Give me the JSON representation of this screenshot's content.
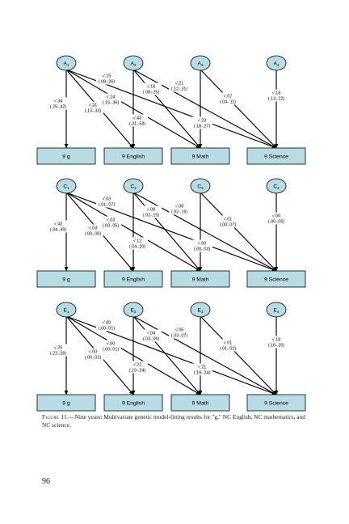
{
  "colors": {
    "latent_fill": "#b9dbe3",
    "observed_fill": "#b9dbe3",
    "stroke": "#000000"
  },
  "panels": [
    {
      "latents": [
        "A1",
        "A2",
        "A3",
        "A4"
      ],
      "observed": [
        "9 g",
        "9 English",
        "9 Math",
        "9 Science"
      ],
      "paths": [
        {
          "from": 0,
          "to": 0,
          "value": "√.34",
          "ci": "(.25-.42)"
        },
        {
          "from": 0,
          "to": 1,
          "value": "√.21",
          "ci": "(.13-.33)"
        },
        {
          "from": 0,
          "to": 2,
          "value": "√.24",
          "ci": "(.15-.36)"
        },
        {
          "from": 0,
          "to": 3,
          "value": "√.15",
          "ci": "(.08-.26)"
        },
        {
          "from": 1,
          "to": 1,
          "value": "√.43",
          "ci": "(.31-.53)"
        },
        {
          "from": 1,
          "to": 2,
          "value": "√.16",
          "ci": "(.08-.25)"
        },
        {
          "from": 1,
          "to": 3,
          "value": "√.21",
          "ci": "(.12-.31)"
        },
        {
          "from": 2,
          "to": 2,
          "value": "√.23",
          "ci": "(.18-.27)"
        },
        {
          "from": 2,
          "to": 3,
          "value": "√.07",
          "ci": "(.04-.11)"
        },
        {
          "from": 3,
          "to": 3,
          "value": "√.18",
          "ci": "(.13-.22)"
        }
      ]
    },
    {
      "latents": [
        "C1",
        "C2",
        "C3",
        "C4"
      ],
      "observed": [
        "9 g",
        "9 English",
        "9 Math",
        "9 Science"
      ],
      "paths": [
        {
          "from": 0,
          "to": 0,
          "value": "√.42",
          "ci": "(.34-.49)"
        },
        {
          "from": 0,
          "to": 1,
          "value": "√.03",
          "ci": "(.00-.06)"
        },
        {
          "from": 0,
          "to": 2,
          "value": "√.02",
          "ci": "(.00-.05)"
        },
        {
          "from": 0,
          "to": 3,
          "value": "√.03",
          "ci": "(.01-.07)"
        },
        {
          "from": 1,
          "to": 1,
          "value": "√.12",
          "ci": "(.04-.20)"
        },
        {
          "from": 1,
          "to": 2,
          "value": "√.08",
          "ci": "(.02-.15)"
        },
        {
          "from": 1,
          "to": 3,
          "value": "√.08",
          "ci": "(.02-.16)"
        },
        {
          "from": 2,
          "to": 2,
          "value": "√.00",
          "ci": "(.00-.03)"
        },
        {
          "from": 2,
          "to": 3,
          "value": "√.01",
          "ci": "(.00-.07)"
        },
        {
          "from": 3,
          "to": 3,
          "value": "√.00",
          "ci": "(.00-.05)"
        }
      ]
    },
    {
      "latents": [
        "E1",
        "E2",
        "E3",
        "E4"
      ],
      "observed": [
        "9 g",
        "9 English",
        "9 Math",
        "9 Science"
      ],
      "paths": [
        {
          "from": 0,
          "to": 0,
          "value": "√.25",
          "ci": "(.22-.28)"
        },
        {
          "from": 0,
          "to": 1,
          "value": "√.00",
          "ci": "(.00-.01)"
        },
        {
          "from": 0,
          "to": 2,
          "value": "√.00",
          "ci": "(.00-.01)"
        },
        {
          "from": 0,
          "to": 3,
          "value": "√.00",
          "ci": "(.00-.01)"
        },
        {
          "from": 1,
          "to": 1,
          "value": "√.22",
          "ci": "(.19-.24)"
        },
        {
          "from": 1,
          "to": 2,
          "value": "√.04",
          "ci": "(.03-.06)"
        },
        {
          "from": 1,
          "to": 3,
          "value": "√.05",
          "ci": "(.03-.07)"
        },
        {
          "from": 2,
          "to": 2,
          "value": "√.21",
          "ci": "(.19-.24)"
        },
        {
          "from": 2,
          "to": 3,
          "value": "√.01",
          "ci": "(.01-.02)"
        },
        {
          "from": 3,
          "to": 3,
          "value": "√.18",
          "ci": "(.16-.20)"
        }
      ]
    }
  ],
  "caption": {
    "label": "Figure 11.",
    "text": "—Nine years: Multivariate genetic model-fitting results for \"g,\" NC English, NC mathematics, and NC science."
  },
  "page_number": "96"
}
